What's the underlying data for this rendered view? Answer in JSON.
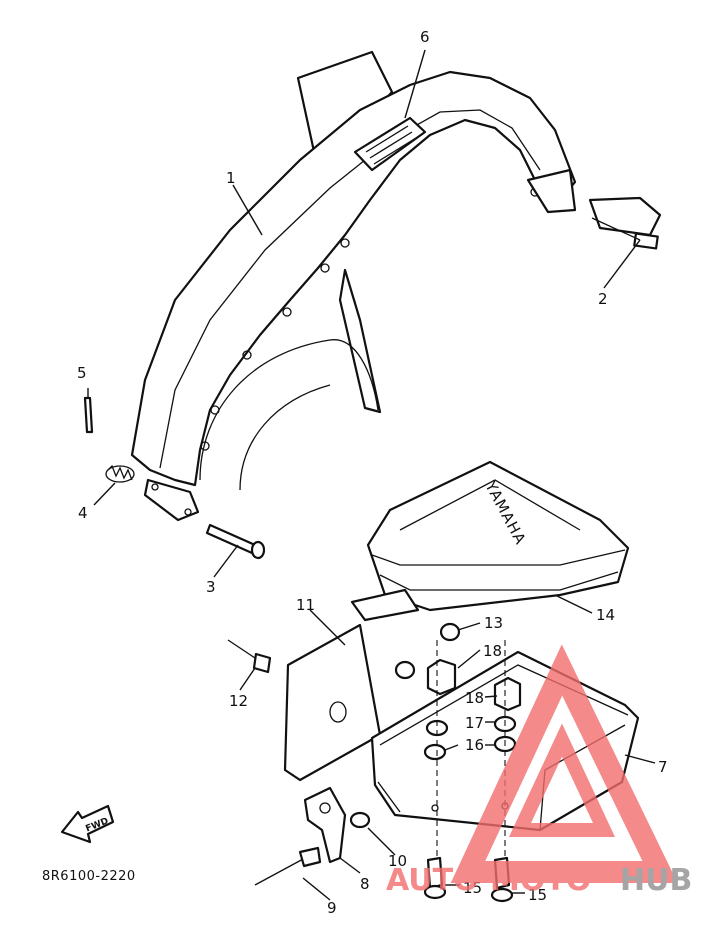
{
  "diagram": {
    "part_code": "8R6100-2220",
    "fwd_text": "FWD",
    "stamp_text": "YAMAHA",
    "callouts": [
      "1",
      "2",
      "3",
      "4",
      "5",
      "6",
      "7",
      "8",
      "9",
      "10",
      "11",
      "12",
      "13",
      "14",
      "15",
      "15",
      "16",
      "17",
      "18",
      "18"
    ]
  },
  "watermark": {
    "prefix": "AUTO",
    "middle": "MOTO",
    "suffix": "HUB",
    "color_primary": "#f26d6d",
    "color_secondary": "#8f8f8f"
  }
}
